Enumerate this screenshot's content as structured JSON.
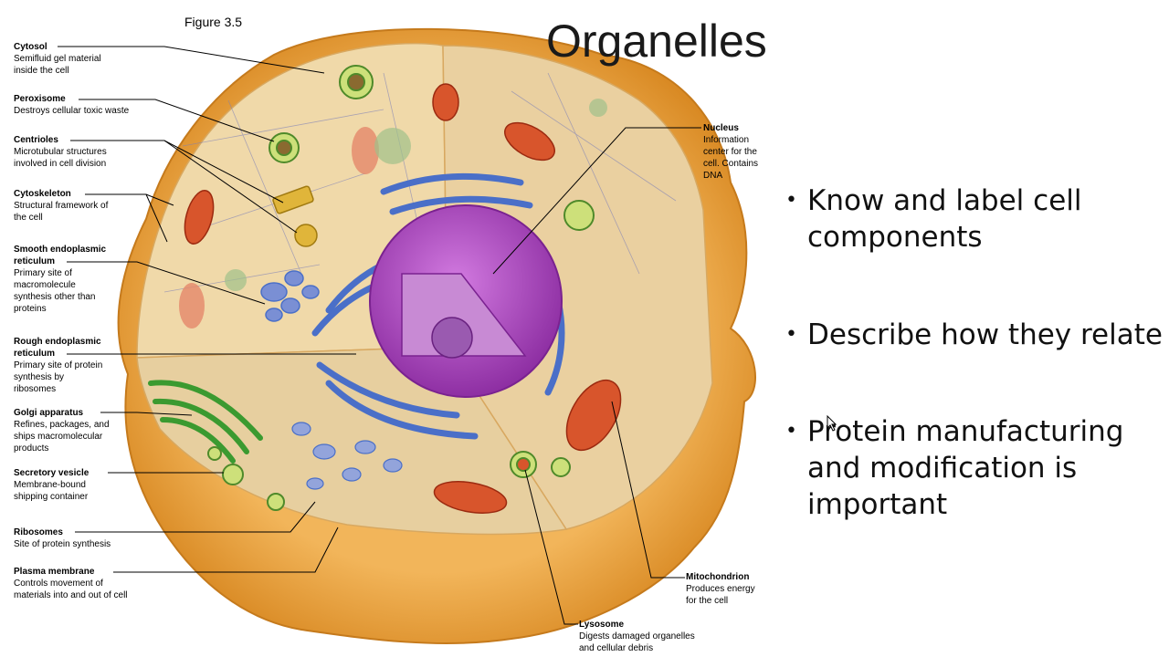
{
  "figure_label": "Figure 3.5",
  "slide_title": "Organelles",
  "bullets": [
    "Know and label cell\ncomponents",
    "Describe how they relate",
    "Protein manufacturing\nand modification is\nimportant"
  ],
  "labels": {
    "cytosol": {
      "title": "Cytosol",
      "desc": "Semifluid gel material\ninside the cell"
    },
    "peroxisome": {
      "title": "Peroxisome",
      "desc": "Destroys cellular toxic waste"
    },
    "centrioles": {
      "title": "Centrioles",
      "desc": "Microtubular structures\ninvolved in cell division"
    },
    "cytoskeleton": {
      "title": "Cytoskeleton",
      "desc": "Structural framework of\nthe cell"
    },
    "smooth_er": {
      "title": "Smooth endoplasmic\nreticulum",
      "desc": "Primary site of\nmacromolecule\nsynthesis other than\nproteins"
    },
    "rough_er": {
      "title": "Rough endoplasmic\nreticulum",
      "desc": "Primary site of protein\nsynthesis by\nribosomes"
    },
    "golgi": {
      "title": "Golgi apparatus",
      "desc": "Refines, packages, and\nships macromolecular\nproducts"
    },
    "secretory_vesicle": {
      "title": "Secretory vesicle",
      "desc": "Membrane-bound\nshipping container"
    },
    "ribosomes": {
      "title": "Ribosomes",
      "desc": "Site of protein synthesis"
    },
    "plasma_membrane": {
      "title": "Plasma membrane",
      "desc": "Controls movement of\nmaterials into and out of cell"
    },
    "nucleus": {
      "title": "Nucleus",
      "desc": "Information\ncenter for the\ncell. Contains\nDNA"
    },
    "mitochondrion": {
      "title": "Mitochondrion",
      "desc": "Produces energy\nfor the cell"
    },
    "lysosome": {
      "title": "Lysosome",
      "desc": "Digests damaged organelles\nand cellular debris"
    }
  },
  "colors": {
    "membrane": "#e8a33a",
    "cytoplasm": "#efd9a8",
    "nucleus": "#b04ec0",
    "er": "#5b7fd0",
    "golgi": "#4fa83a",
    "mitochondrion": "#d8502a"
  }
}
